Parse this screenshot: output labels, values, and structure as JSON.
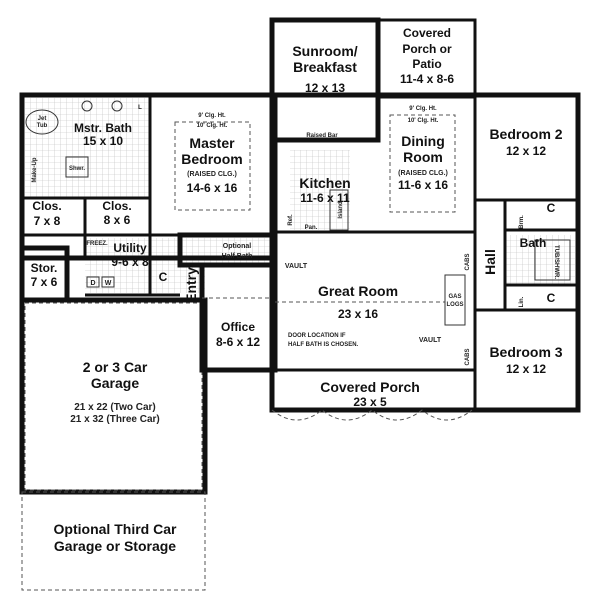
{
  "rooms": {
    "sunroom": {
      "name1": "Sunroom/",
      "name2": "Breakfast",
      "size": "12 x 13"
    },
    "porch_patio": {
      "name1": "Covered",
      "name2": "Porch or",
      "name3": "Patio",
      "size": "11-4 x 8-6"
    },
    "mstr_bath": {
      "name": "Mstr. Bath",
      "size": "15 x 10"
    },
    "master_bedroom": {
      "ceiling1": "9' Clg. Ht.",
      "ceiling2": "10' Clg. Ht.",
      "name1": "Master",
      "name2": "Bedroom",
      "note": "(RAISED CLG.)",
      "size": "14-6 x 16"
    },
    "kitchen": {
      "name": "Kitchen",
      "size": "11-6 x 11",
      "raised_bar": "Raised Bar",
      "ref": "Ref.",
      "island": "Island",
      "pan": "Pan."
    },
    "dining": {
      "ceiling1": "9' Clg. Ht.",
      "ceiling2": "10' Clg. Ht.",
      "name1": "Dining",
      "name2": "Room",
      "note": "(RAISED CLG.)",
      "size": "11-6 x 16"
    },
    "bedroom2": {
      "name": "Bedroom 2",
      "size": "12 x 12"
    },
    "bedroom3": {
      "name": "Bedroom 3",
      "size": "12 x 12"
    },
    "clos1": {
      "name": "Clos.",
      "size": "7 x 8"
    },
    "clos2": {
      "name": "Clos.",
      "size": "8 x 6"
    },
    "utility": {
      "name": "Utility",
      "size": "9-6 x 8",
      "freez": "FREEZ.",
      "dryer": "D",
      "washer": "W"
    },
    "stor": {
      "name": "Stor.",
      "size": "7 x 6"
    },
    "entry": {
      "name": "Entry"
    },
    "half_bath": {
      "name1": "Optional",
      "name2": "Half Bath"
    },
    "great_room": {
      "name": "Great Room",
      "size": "23 x 16",
      "vault1": "VAULT",
      "vault2": "VAULT",
      "gas1": "GAS",
      "gas2": "LOGS",
      "cabs1": "CABS",
      "cabs2": "CABS"
    },
    "office": {
      "name": "Office",
      "size": "8-6 x 12",
      "note1": "DOOR LOCATION IF",
      "note2": "HALF BATH IS CHOSEN."
    },
    "covered_porch": {
      "name": "Covered Porch",
      "size": "23 x 5"
    },
    "garage": {
      "name1": "2 or 3 Car",
      "name2": "Garage",
      "size1": "21 x 22 (Two Car)",
      "size2": "21 x 32 (Three Car)"
    },
    "third_car": {
      "name1": "Optional Third Car",
      "name2": "Garage or Storage"
    },
    "hall": {
      "name": "Hall"
    },
    "bath": {
      "name": "Bath",
      "tub": "TUB/SHWR."
    },
    "misc": {
      "jet_tub1": "Jet",
      "jet_tub2": "Tub",
      "makeup": "Make-Up",
      "shwr": "Shwr.",
      "linen_l": "L",
      "brm": "Brm.",
      "lin": "Lin.",
      "c1": "C",
      "c2": "C",
      "c3": "C"
    }
  }
}
